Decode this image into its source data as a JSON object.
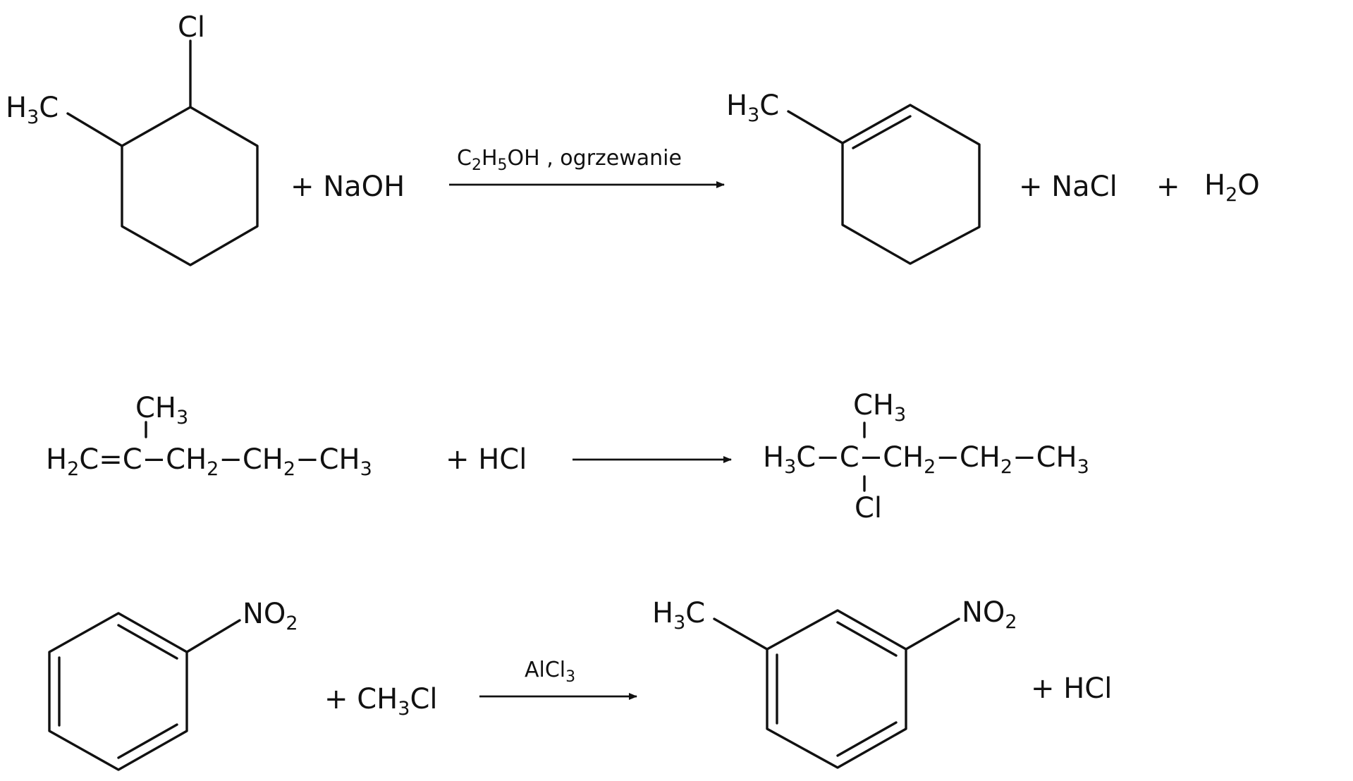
{
  "reactions": [
    {
      "substrate": {
        "substituent_top": "Cl",
        "substituent_left": "H3C"
      },
      "reagent": "+ NaOH",
      "conditions": "C2H5OH , ogrzewanie",
      "product": {
        "substituent": "H3C"
      },
      "byproducts": [
        "+ NaCl",
        "+",
        "H2O"
      ]
    },
    {
      "substrate": "H2C=C(CH3)-CH2-CH2-CH3",
      "reagent": "+ HCl",
      "conditions": "",
      "product": "H3C-C(CH3)(Cl)-CH2-CH2-CH3"
    },
    {
      "substrate": {
        "substituent": "NO2"
      },
      "reagent": "+ CH3Cl",
      "conditions": "AlCl3",
      "product": {
        "substituent_left": "H3C",
        "substituent_right": "NO2"
      },
      "byproducts": [
        "+ HCl"
      ]
    }
  ]
}
